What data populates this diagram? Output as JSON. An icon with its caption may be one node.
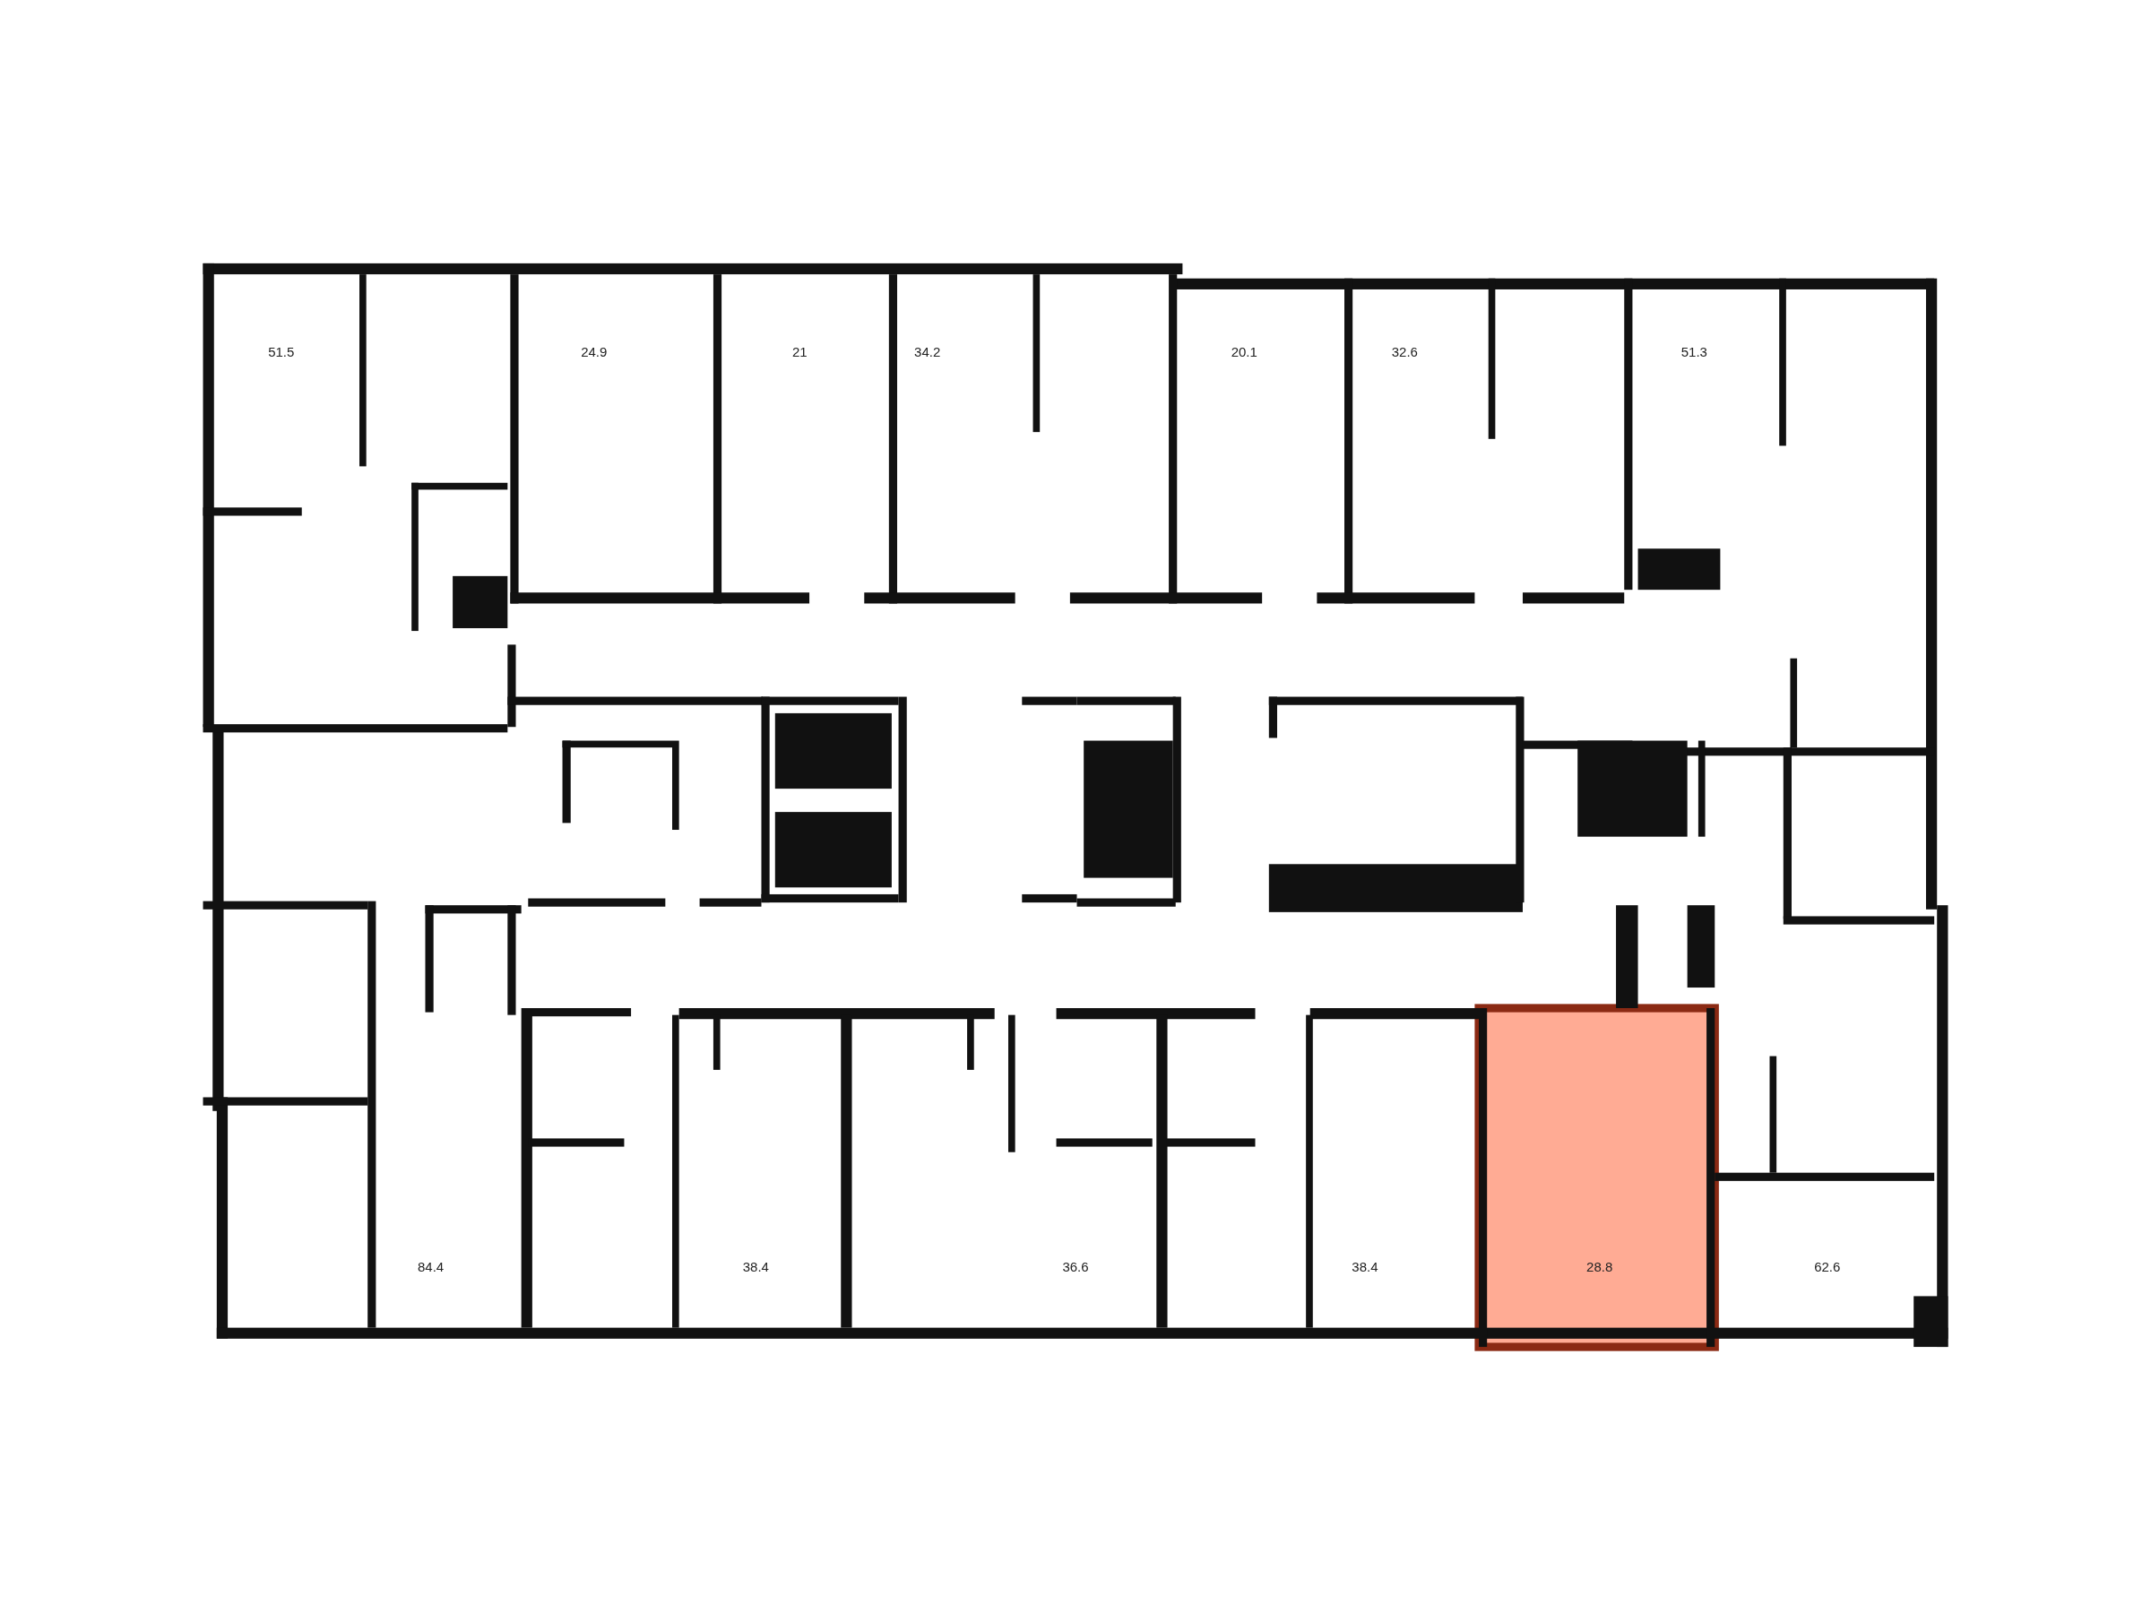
{
  "diagram": {
    "labels": [
      "51.5",
      "24.9",
      "21",
      "34.2",
      "20.1",
      "32.6",
      "51.3",
      "84.4",
      "38.4",
      "36.6",
      "38.4",
      "28.8",
      "62.6"
    ]
  }
}
